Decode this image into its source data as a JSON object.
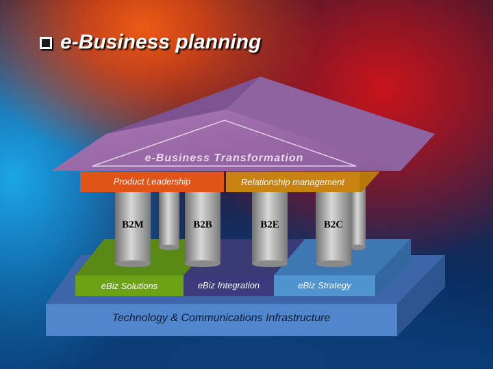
{
  "title": "e-Business planning",
  "roof_label": "e-Business Transformation",
  "bands": [
    {
      "label": "Product Leadership",
      "color": "#e05418"
    },
    {
      "label": "Relationship management",
      "color": "#c8820f"
    }
  ],
  "pillars": [
    "B2M",
    "B2B",
    "B2E",
    "B2C"
  ],
  "platform": [
    {
      "label": "eBiz Solutions",
      "color": "#6a9a10"
    },
    {
      "label": "eBiz Integration",
      "color": "#3c3a78"
    },
    {
      "label": "eBiz Strategy",
      "color": "#4a8cc8"
    }
  ],
  "base_label": "Technology & Communications Infrastructure",
  "colors": {
    "roof": "#9a6aa8",
    "base": "#4a7cc4",
    "pillar": "#a8a8a8"
  }
}
